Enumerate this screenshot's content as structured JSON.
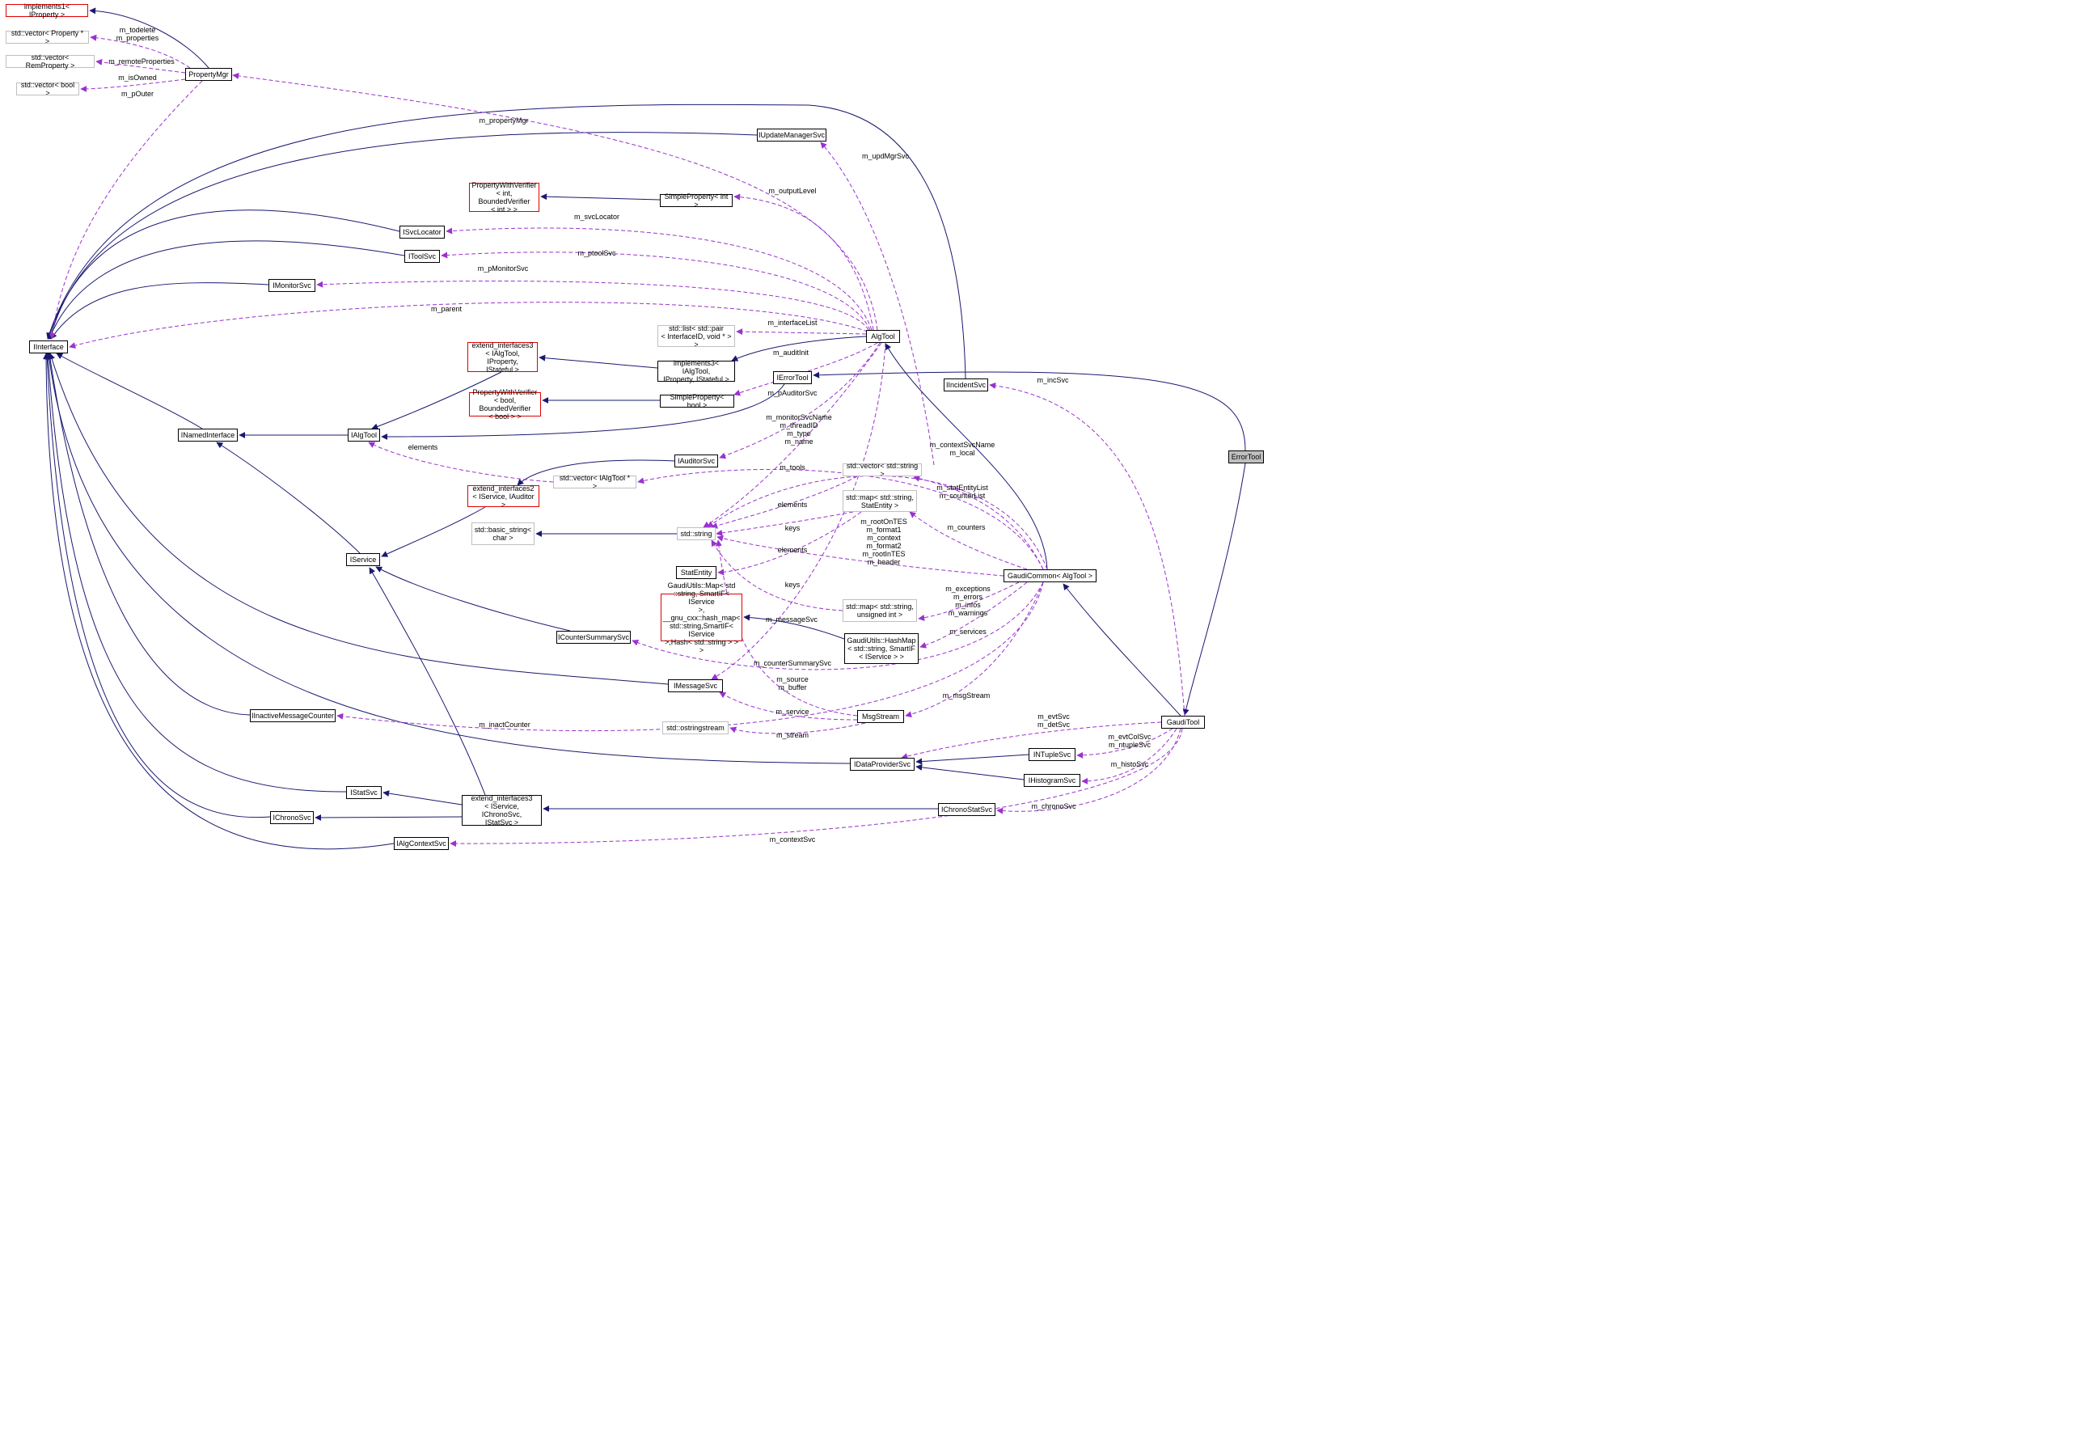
{
  "colors": {
    "inherit_edge": "#191970",
    "usage_edge": "#9a32cd",
    "red_border": "#e00000",
    "gray_border": "#bfbfbf",
    "target_fill": "#bfbfbf"
  },
  "nodes": {
    "implements1": "implements1< IProperty >",
    "vector_property": "std::vector< Property * >",
    "vector_remproperty": "std::vector< RemProperty >",
    "vector_bool": "std::vector< bool >",
    "propertymgr": "PropertyMgr",
    "iupdatemanagersvc": "IUpdateManagerSvc",
    "pwv_int": "PropertyWithVerifier\n< int, BoundedVerifier\n< int > >",
    "simpleproperty_int": "SimpleProperty< int >",
    "isvclocator": "ISvcLocator",
    "itoolsvc": "IToolSvc",
    "imonitorsvc": "IMonitorSvc",
    "iinterface": "IInterface",
    "stdlist_pair": "std::list< std::pair\n< InterfaceID, void * > >",
    "algtool": "AlgTool",
    "extend_interfaces3_algtool": "extend_interfaces3\n< IAlgTool, IProperty,\nIStateful >",
    "implements3": "implements3< IAlgTool,\nIProperty, IStateful >",
    "ierrortool": "IErrorTool",
    "iincidentsvc": "IIncidentSvc",
    "errortool": "ErrorTool",
    "pwv_bool": "PropertyWithVerifier\n< bool, BoundedVerifier\n< bool > >",
    "simpleproperty_bool": "SimpleProperty< bool >",
    "inamedinterface": "INamedInterface",
    "ialgtool": "IAlgTool",
    "iauditorsvc": "IAuditorSvc",
    "vector_ialgtool": "std::vector< IAlgTool * >",
    "vector_string": "std::vector< std::string >",
    "extend_interfaces2": "extend_interfaces2\n< IService, IAuditor >",
    "map_statentity": "std::map< std::string,\nStatEntity >",
    "basic_string": "std::basic_string<\nchar >",
    "stdstring": "std::string",
    "iservice": "IService",
    "statentity": "StatEntity",
    "gaudicommon": "GaudiCommon< AlgTool >",
    "hashmap_base": "GaudiUtils::Map< std\n::string, SmartIF< IService\n>, __gnu_cxx::hash_map<\nstd::string,SmartIF< IService\n>,Hash< std::string > > >",
    "map_uint": "std::map< std::string,\nunsigned int >",
    "icountersummarysvc": "ICounterSummarySvc",
    "hashmap": "GaudiUtils::HashMap\n< std::string, SmartIF\n< IService > >",
    "imessagesvc": "IMessageSvc",
    "inactivemessagecounter": "IInactiveMessageCounter",
    "msgstream": "MsgStream",
    "ostringstream": "std::ostringstream",
    "gauditool": "GaudiTool",
    "idataprovidersvc": "IDataProviderSvc",
    "intuplesvc": "INTupleSvc",
    "ihistogramsvc": "IHistogramSvc",
    "istatsvc": "IStatSvc",
    "extend_interfaces3_svc": "extend_interfaces3\n< IService, IChronoSvc,\nIStatSvc >",
    "ichronostatsvc": "IChronoStatSvc",
    "ichronosvc": "IChronoSvc",
    "ialgcontextsvc": "IAlgContextSvc"
  },
  "edge_labels": {
    "m_todelete": "m_todelete\nm_properties",
    "m_remoteProperties": "m_remoteProperties",
    "m_isOwned": "m_isOwned",
    "m_pOuter": "m_pOuter",
    "m_propertyMgr": "m_propertyMgr",
    "m_updMgrSvc": "m_updMgrSvc",
    "m_outputLevel": "m_outputLevel",
    "m_svcLocator": "m_svcLocator",
    "m_ptoolSvc": "m_ptoolSvc",
    "m_pMonitorSvc": "m_pMonitorSvc",
    "m_parent": "m_parent",
    "m_interfaceList": "m_interfaceList",
    "m_auditInit": "m_auditInit",
    "m_incSvc": "m_incSvc",
    "m_pAuditorSvc": "m_pAuditorSvc",
    "m_monitorSvcName": "m_monitorSvcName\nm_threadID\nm_type\nm_name",
    "m_contextSvcName": "m_contextSvcName\nm_local",
    "elements_ialgtool": "elements",
    "m_tools": "m_tools",
    "m_statEntityList": "m_statEntityList\nm_counterList",
    "elements_vector": "elements",
    "m_counters": "m_counters",
    "keys_statentity": "keys",
    "m_rootOnTES": "m_rootOnTES\nm_format1\nm_context\nm_format2\nm_rootInTES\nm_header",
    "elements_statentity": "elements",
    "keys_uint": "keys",
    "m_exceptions": "m_exceptions\nm_errors\nm_infos\nm_warnings",
    "m_messageSvc": "m_messageSvc",
    "m_services": "m_services",
    "m_counterSummarySvc": "m_counterSummarySvc",
    "m_source": "m_source\nm_buffer",
    "m_msgStream": "m_msgStream",
    "m_service": "m_service",
    "m_evtSvc": "m_evtSvc\nm_detSvc",
    "m_inactCounter": "m_inactCounter",
    "m_stream": "m_stream",
    "m_evtColSvc": "m_evtColSvc\nm_ntupleSvc",
    "m_histoSvc": "m_histoSvc",
    "m_chronoSvc": "m_chronoSvc",
    "m_contextSvc": "m_contextSvc"
  }
}
